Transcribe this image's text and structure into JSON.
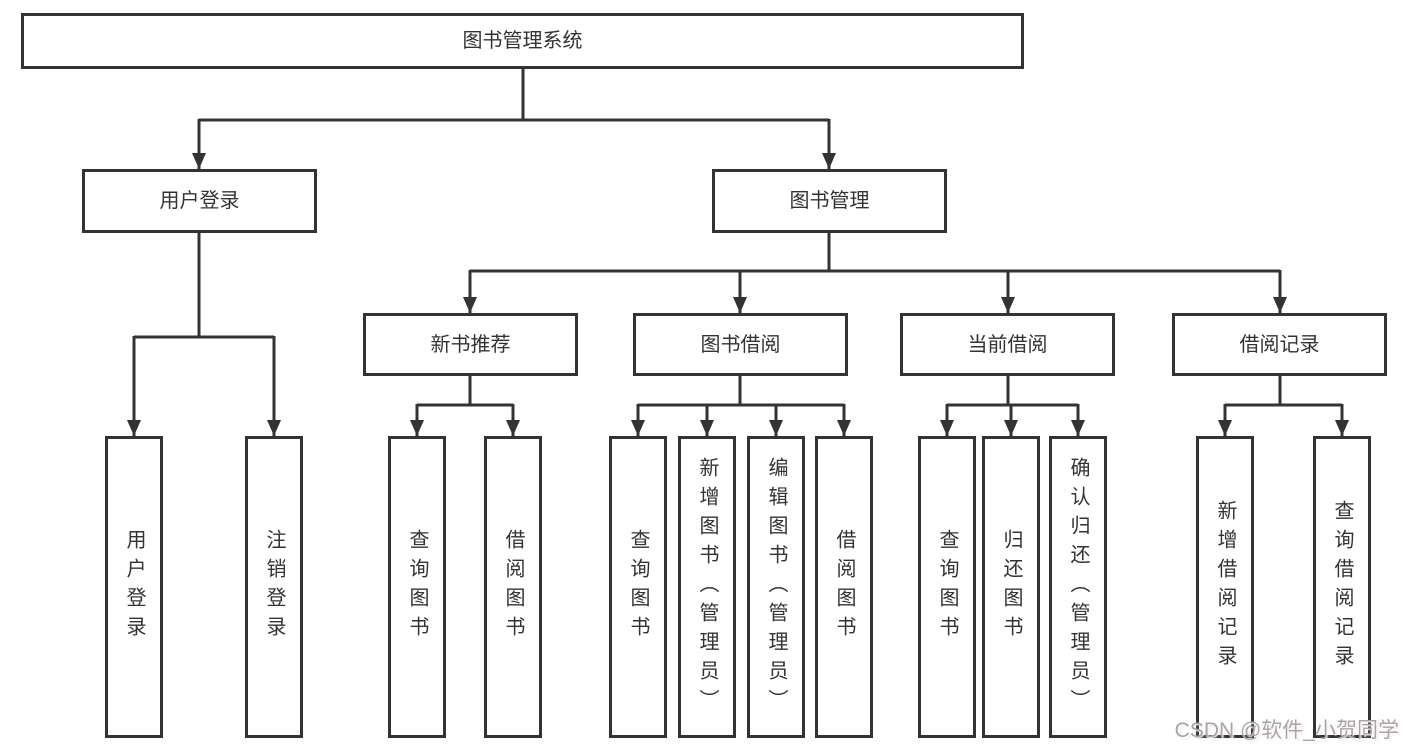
{
  "tree": {
    "root": {
      "label": "图书管理系统"
    },
    "branches": [
      {
        "label": "用户登录",
        "children": [
          {
            "label": "用户登录"
          },
          {
            "label": "注销登录"
          }
        ]
      },
      {
        "label": "图书管理",
        "children": [
          {
            "label": "新书推荐",
            "children": [
              {
                "label": "查询图书"
              },
              {
                "label": "借阅图书"
              }
            ]
          },
          {
            "label": "图书借阅",
            "children": [
              {
                "label": "查询图书"
              },
              {
                "label": "新增图书（管理员）"
              },
              {
                "label": "编辑图书（管理员）"
              },
              {
                "label": "借阅图书"
              }
            ]
          },
          {
            "label": "当前借阅",
            "children": [
              {
                "label": "查询图书"
              },
              {
                "label": "归还图书"
              },
              {
                "label": "确认归还（管理员）"
              }
            ]
          },
          {
            "label": "借阅记录",
            "children": [
              {
                "label": "新增借阅记录"
              },
              {
                "label": "查询借阅记录"
              }
            ]
          }
        ]
      }
    ]
  },
  "watermark": {
    "text": "CSDN @软件_小贺同学"
  },
  "colors": {
    "line": "#333333",
    "node_border": "#333333",
    "text": "#333333",
    "watermark": "#a6a6a6",
    "background": "#ffffff"
  }
}
